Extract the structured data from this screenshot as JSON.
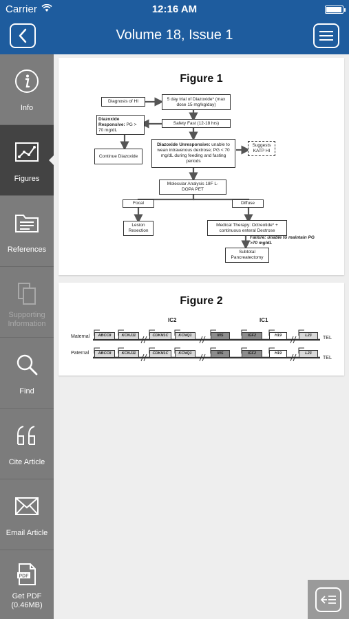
{
  "status": {
    "carrier": "Carrier",
    "time": "12:16 AM"
  },
  "nav": {
    "title": "Volume 18, Issue 1"
  },
  "sidebar": {
    "items": [
      {
        "label": "Info",
        "icon": "info-icon"
      },
      {
        "label": "Figures",
        "icon": "figures-icon"
      },
      {
        "label": "References",
        "icon": "references-icon"
      },
      {
        "label": "Supporting Information",
        "icon": "supporting-info-icon"
      },
      {
        "label": "Find",
        "icon": "search-icon"
      },
      {
        "label": "Cite Article",
        "icon": "quote-icon"
      },
      {
        "label": "Email Article",
        "icon": "envelope-icon"
      },
      {
        "label": "Get PDF (0.46MB)",
        "icon": "pdf-icon"
      }
    ]
  },
  "figure1": {
    "title": "Figure 1",
    "boxes": {
      "diagnosis": "Diagnosis of HI",
      "trial": "5 day trial of Diazoxide* (max dose 15 mg/kg/day)",
      "responsive_bold": "Diazoxide Responsive:",
      "responsive_rest": " PG > 70 mg/dL",
      "safety": "Safety Fast (12-18 hrs)",
      "continue": "Continue Diazoxide",
      "unresponsive_bold": "Diazoxide Unresponsive:",
      "unresponsive_rest": " unable to wean intravenous dextrose; PG < 70 mg/dL during feeding and fasting periods",
      "suggests": "Suggests KATP HI",
      "molecular": "Molecular Analysis 18F L-DOPA PET",
      "focal": "Focal",
      "diffuse": "Diffuse",
      "lesion": "Lesion Resection",
      "medical": "Medical Therapy: Octreotide* + continuous enteral Dextrose",
      "failure": "Failure: unable to maintain PG >70 mg/dL",
      "subtotal": "Subtotal Pancreatectomy"
    }
  },
  "figure2": {
    "title": "Figure 2",
    "ic2": "IC2",
    "ic1": "IC1",
    "maternal": "Maternal",
    "paternal": "Paternal",
    "tel": "TEL",
    "genes": [
      "ABCC8",
      "KCNJ11",
      "CDKN1C",
      "KCNQ1",
      "INS",
      "IGF2",
      "H19",
      "L23"
    ]
  }
}
